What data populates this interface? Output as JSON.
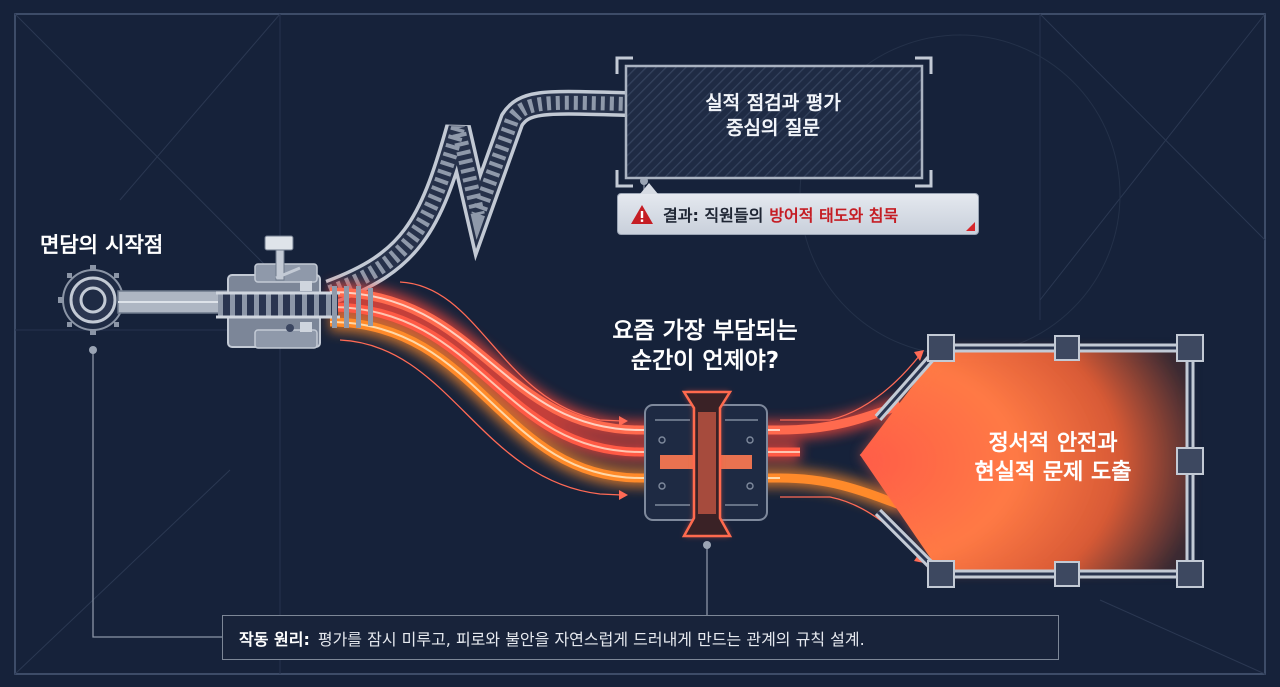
{
  "start_label": "면담의 시작점",
  "top_box": {
    "line1": "실적 점검과 평가",
    "line2": "중심의 질문"
  },
  "result": {
    "prefix": "결과: 직원들의",
    "highlight": "방어적 태도와 침묵"
  },
  "center_question": {
    "line1": "요즘 가장 부담되는",
    "line2": "순간이 언제야?"
  },
  "outcome": {
    "line1": "정서적 안전과",
    "line2": "현실적 문제 도출"
  },
  "principle": {
    "label": "작동 원리:",
    "text": "평가를 잠시 미루고, 피로와 불안을 자연스럽게 드러내게 만드는 관계의 규칙 설계."
  },
  "colors": {
    "background": "#16223a",
    "glow": "#ff5a46",
    "orange_track": "#ff8a2a",
    "warning_red": "#c51d24",
    "rail": "#b9c1cd",
    "panel": "#1d2a45"
  },
  "icons": [
    "warning-icon",
    "hub-icon",
    "switch-lever-icon",
    "chip-icon"
  ]
}
